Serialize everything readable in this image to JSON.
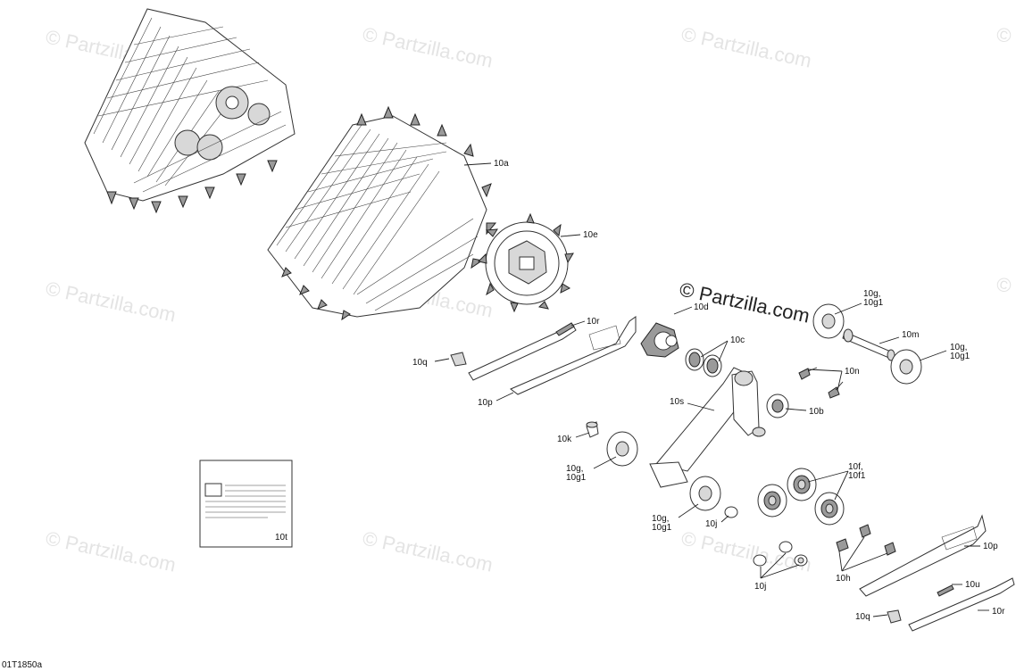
{
  "watermarks": [
    "© Partzilla.com",
    "© Partzilla.com",
    "© Partzilla.com",
    "© Partzilla.com",
    "© Partzilla.com",
    "© Partzilla.com",
    "© Partzilla.com",
    "© Partzilla.com",
    "© Partzilla.com",
    "© Partzilla.com"
  ],
  "center_watermark": "© Partzilla.com",
  "figure_code": "01T1850a",
  "labels": {
    "l10a": "10a",
    "l10e": "10e",
    "l10d": "10d",
    "l10c": "10c",
    "l10r_top": "10r",
    "l10q_top": "10q",
    "l10p_top": "10p",
    "l10g_top_a": "10g,",
    "l10g_top_b": "10g1",
    "l10m": "10m",
    "l10g_right_a": "10g,",
    "l10g_right_b": "10g1",
    "l10n": "10n",
    "l10b": "10b",
    "l10s": "10s",
    "l10k": "10k",
    "l10g_left_a": "10g,",
    "l10g_left_b": "10g1",
    "l10g_low_a": "10g,",
    "l10g_low_b": "10g1",
    "l10j_a": "10j",
    "l10f_a": "10f,",
    "l10f_b": "10f1",
    "l10j_b": "10j",
    "l10h": "10h",
    "l10p_bot": "10p",
    "l10u": "10u",
    "l10q_bot": "10q",
    "l10r_bot": "10r",
    "l10t": "10t"
  }
}
